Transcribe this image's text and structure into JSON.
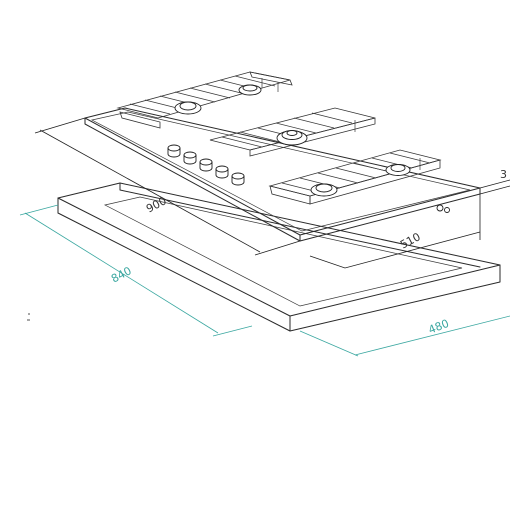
{
  "dimensions": {
    "hob_width": "900",
    "hob_depth": "510",
    "hob_height_partial": "3",
    "cutout_width": "840",
    "cutout_depth": "480"
  },
  "colors": {
    "drawing_line": "#2a2a2a",
    "cutout_dimension_line": "#3aa7a0",
    "background": "#ffffff"
  }
}
